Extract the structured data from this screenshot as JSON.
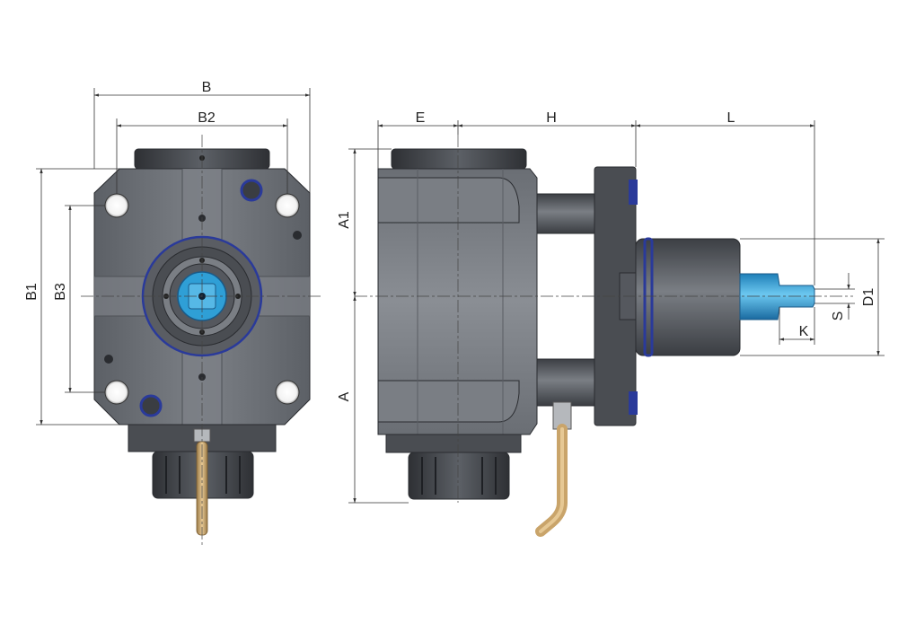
{
  "dimensions": {
    "front_view": {
      "B": "B",
      "B2": "B2",
      "B1": "B1",
      "B3": "B3"
    },
    "side_view": {
      "E": "E",
      "H": "H",
      "L": "L",
      "A1": "A1",
      "A": "A",
      "D1": "D1",
      "S": "S",
      "K": "K"
    }
  },
  "colors": {
    "housing": "#6e7278",
    "housing_dark": "#4a4d52",
    "spindle_blue": "#2f9fd6",
    "o_ring_blue": "#2a3a9a",
    "coolant_pipe": "#c9a46a",
    "dimension_line": "#333333"
  }
}
